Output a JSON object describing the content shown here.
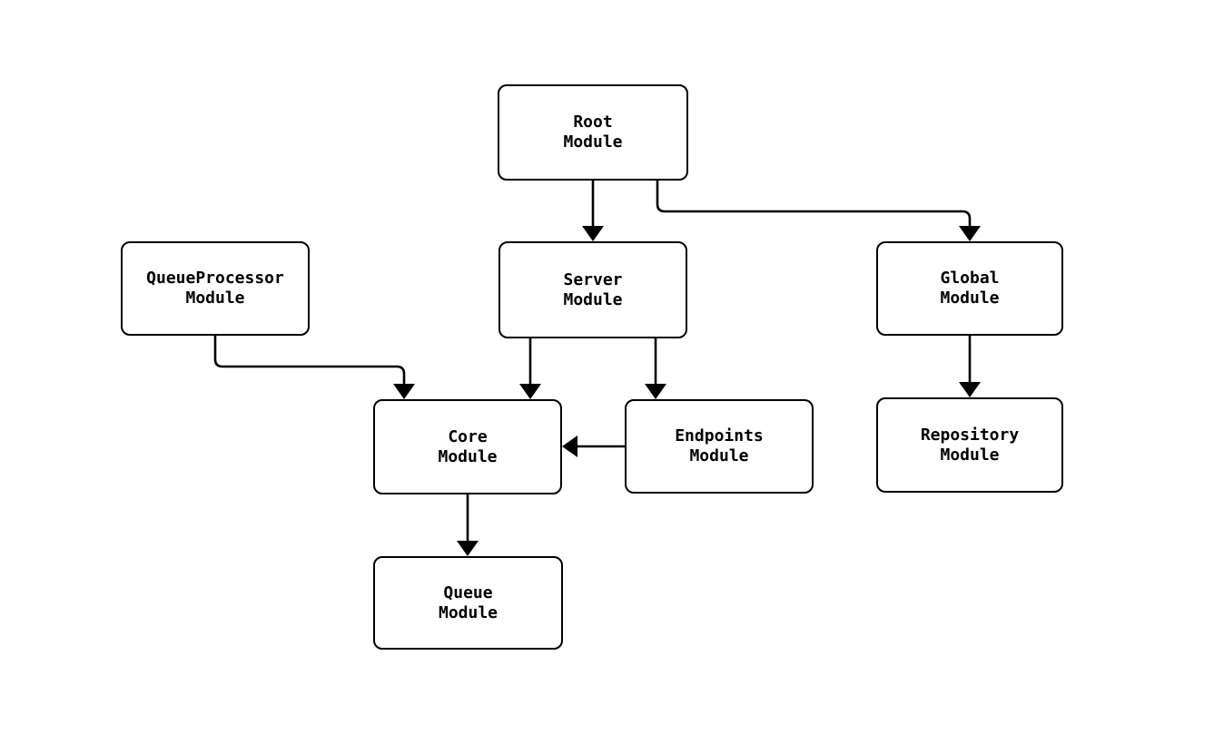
{
  "diagram": {
    "background_color": "#ffffff",
    "stroke_color": "#000000",
    "text_color": "#000000",
    "nodes": {
      "root": {
        "label": "Root\nModule"
      },
      "queueProcessor": {
        "label": "QueueProcessor\nModule"
      },
      "server": {
        "label": "Server\nModule"
      },
      "global": {
        "label": "Global\nModule"
      },
      "core": {
        "label": "Core\nModule"
      },
      "endpoints": {
        "label": "Endpoints\nModule"
      },
      "repository": {
        "label": "Repository\nModule"
      },
      "queue": {
        "label": "Queue\nModule"
      }
    },
    "edges": [
      {
        "from": "Root Module",
        "to": "Server Module"
      },
      {
        "from": "Root Module",
        "to": "Global Module"
      },
      {
        "from": "QueueProcessor Module",
        "to": "Core Module"
      },
      {
        "from": "Server Module",
        "to": "Core Module"
      },
      {
        "from": "Server Module",
        "to": "Endpoints Module"
      },
      {
        "from": "Endpoints Module",
        "to": "Core Module"
      },
      {
        "from": "Global Module",
        "to": "Repository Module"
      },
      {
        "from": "Core Module",
        "to": "Queue Module"
      }
    ]
  }
}
